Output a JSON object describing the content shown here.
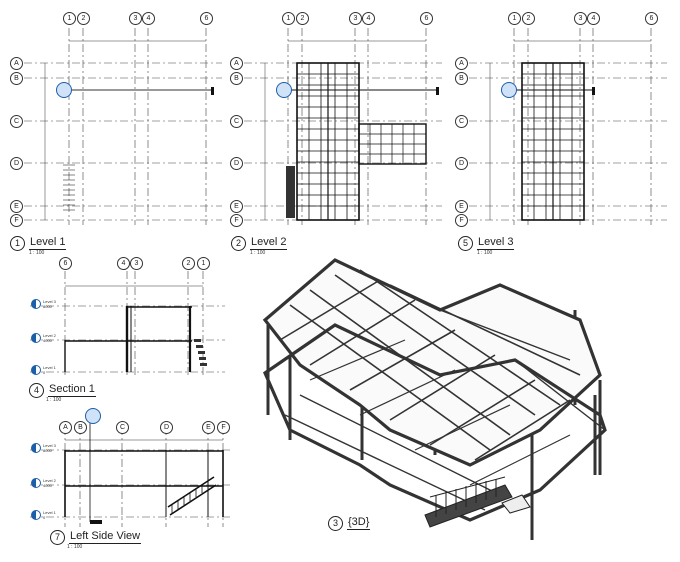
{
  "views": {
    "level1": {
      "num": "1",
      "name": "Level 1",
      "scale": "1 : 100"
    },
    "level2": {
      "num": "2",
      "name": "Level 2",
      "scale": "1 : 100"
    },
    "level3": {
      "num": "5",
      "name": "Level 3",
      "scale": "1 : 100"
    },
    "section": {
      "num": "4",
      "name": "Section 1",
      "scale": "1 : 100"
    },
    "side": {
      "num": "7",
      "name": "Left Side View",
      "scale": "1 : 100"
    },
    "iso": {
      "num": "3",
      "name": "{3D}"
    }
  },
  "grid": {
    "columns": [
      "1",
      "2",
      "3",
      "4",
      "6"
    ],
    "rows": [
      "A",
      "B",
      "C",
      "D",
      "E",
      "F"
    ],
    "section_columns": [
      "6",
      "4",
      "3",
      "2",
      "1"
    ],
    "side_columns": [
      "A",
      "B",
      "C",
      "D",
      "E",
      "F"
    ]
  },
  "levels": [
    {
      "name": "Level 3",
      "elev": "8000"
    },
    {
      "name": "Level 2",
      "elev": "4000"
    },
    {
      "name": "Level 1",
      "elev": "0"
    }
  ]
}
